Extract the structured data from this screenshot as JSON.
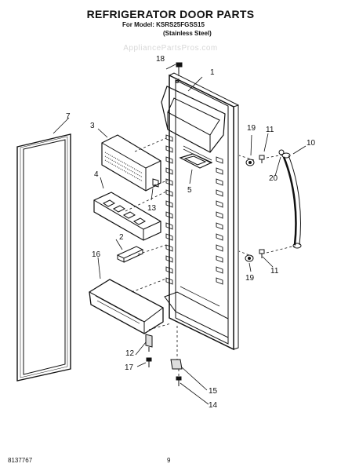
{
  "header": {
    "title": "REFRIGERATOR DOOR PARTS",
    "model_line": "For Model: KSRS25FGSS15",
    "finish_line": "(Stainless Steel)",
    "watermark": "AppliancePartsPros.com"
  },
  "footer": {
    "doc_number": "8137767",
    "page_number": "9"
  },
  "callouts": {
    "c1": "1",
    "c2": "2",
    "c3": "3",
    "c4": "4",
    "c5": "5",
    "c7": "7",
    "c10": "10",
    "c11a": "11",
    "c11b": "11",
    "c12": "12",
    "c13": "13",
    "c14": "14",
    "c15": "15",
    "c16": "16",
    "c17": "17",
    "c18": "18",
    "c19a": "19",
    "c19b": "19",
    "c20": "20"
  },
  "parts": {
    "door_panel": {
      "number": "1"
    },
    "shelf_bracket": {
      "number": "2"
    },
    "dairy_door": {
      "number": "3"
    },
    "egg_tray": {
      "number": "4"
    },
    "small_shelf": {
      "number": "5"
    },
    "door_gasket": {
      "number": "7"
    },
    "door_handle": {
      "number": "10"
    },
    "handle_screw": {
      "number": "11"
    },
    "bottom_hinge": {
      "number": "12"
    },
    "dairy_hinge": {
      "number": "13"
    },
    "hinge_screw": {
      "number": "14"
    },
    "closure_cam": {
      "number": "15"
    },
    "door_bin": {
      "number": "16"
    },
    "bottom_screw": {
      "number": "17"
    },
    "top_screw": {
      "number": "18"
    },
    "handle_spacer": {
      "number": "19"
    },
    "handle_plug": {
      "number": "20"
    }
  }
}
